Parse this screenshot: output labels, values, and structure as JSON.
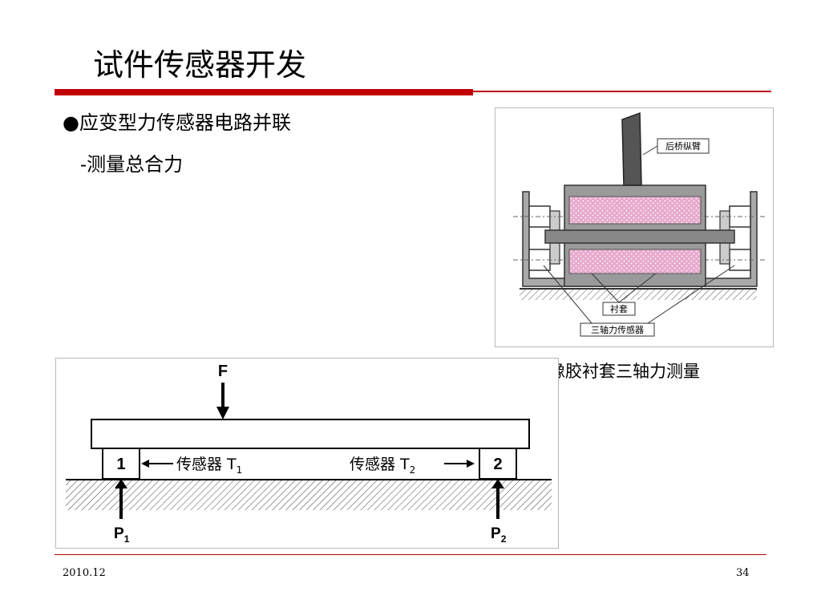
{
  "slide": {
    "title": "试件传感器开发",
    "bullet": "●应变型力传感器电路并联",
    "sub_bullet": "-测量总合力",
    "caption": "橡胶衬套三轴力测量"
  },
  "figure_bushing": {
    "label_arm": "后桥纵臂",
    "label_bushing": "衬套",
    "label_sensor": "三轴力传感器"
  },
  "figure_beam": {
    "force_label": "F",
    "sensor1_id": "1",
    "sensor2_id": "2",
    "sensor1_label": "传感器",
    "sensor1_sub": "1",
    "sensor2_label": "传感器",
    "sensor2_sub": "2",
    "t_letter": "T",
    "p_letter": "P",
    "p1_sub": "1",
    "p2_sub": "2"
  },
  "footer": {
    "date": "2010.12",
    "page": "34"
  },
  "colors": {
    "accent_red": "#c00000",
    "rubber_pink": "#e7a9cc"
  }
}
